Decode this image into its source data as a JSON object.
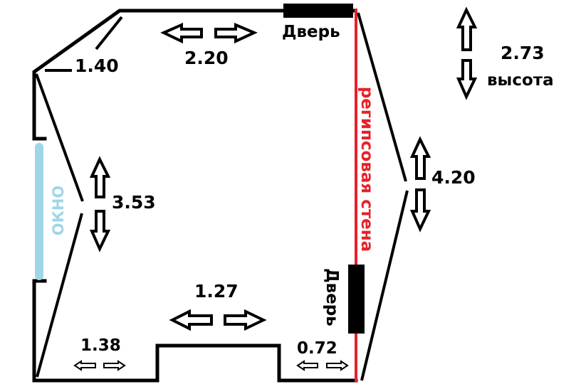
{
  "labels": {
    "door_top": "Дверь",
    "door_right": "Дверь",
    "window": "ОКНО",
    "drywall": "регипсовая стена",
    "height_value": "2.73",
    "height_label": "высота"
  },
  "dimensions": {
    "diagonal_corner": "1.40",
    "top_wall": "2.20",
    "left_wall": "3.53",
    "right_wall": "4.20",
    "bottom_middle": "1.27",
    "bottom_left": "1.38",
    "bottom_right": "0.72"
  },
  "colors": {
    "wall": "#000000",
    "drywall": "#e8202a",
    "window": "#9fd6e8"
  }
}
